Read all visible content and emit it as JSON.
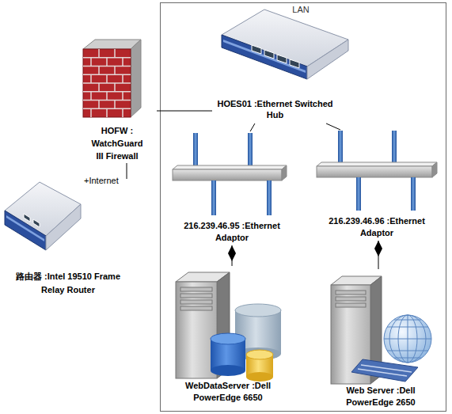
{
  "diagram": {
    "nodes": [
      {
        "text": [
          "LAN"
        ]
      },
      {
        "text": [
          "HOES01 :Ethernet Switched Hub"
        ],
        "in": 0
      },
      {
        "text": [
          "HOFW : WatchGuard III Firewall"
        ]
      },
      {
        "text": [
          "216.239.46.95 :Ethernet Adaptor"
        ],
        "in": 0
      },
      {
        "text": [
          "216.239.46.96 :Ethernet Adaptor"
        ],
        "in": 0
      },
      {
        "text": [
          "路由器 :Intel 19510 Frame Relay Router"
        ]
      },
      {
        "text": [
          "WebDataServer :Dell PowerEdge 6650"
        ],
        "in": 0
      },
      {
        "text": [
          "Web Server :Dell PowerEdge 2650"
        ],
        "in": 0
      }
    ],
    "edges": [
      {
        "from": 2,
        "to": 1,
        "arrow": "none"
      },
      {
        "from": 1,
        "to": 3,
        "arrow": "none"
      },
      {
        "from": 1,
        "to": 4,
        "arrow": "none"
      },
      {
        "from": 2,
        "to": 5,
        "label": "+Internet",
        "arrow": "none"
      },
      {
        "from": 3,
        "to": 6,
        "arrow": "none"
      },
      {
        "from": 4,
        "to": 7,
        "arrow": "none"
      }
    ]
  }
}
